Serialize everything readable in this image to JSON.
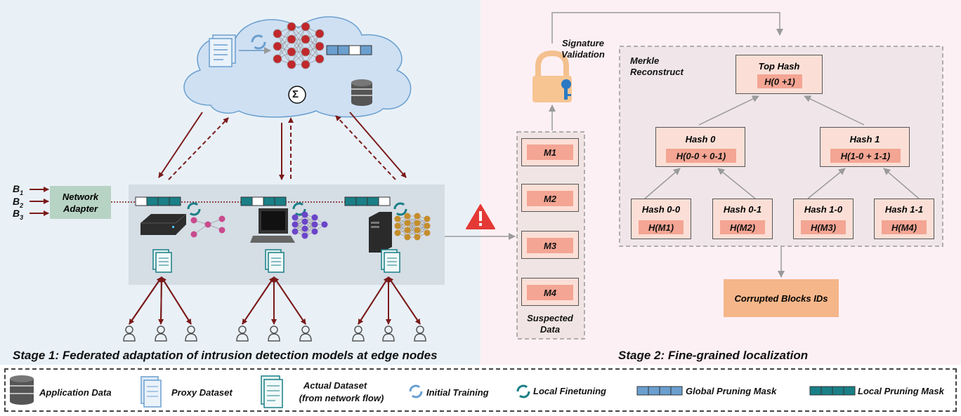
{
  "stage1": {
    "title": "Stage 1: Federated adaptation of intrusion detection models at edge nodes",
    "network_adapter": "Network Adapter",
    "input_labels": [
      "B",
      "B",
      "B"
    ],
    "input_subscripts": [
      "1",
      "2",
      "3"
    ],
    "aggregation_symbol": "Σ"
  },
  "stage2": {
    "title": "Stage 2: Fine-grained localization",
    "signature_validation": "Signature Validation",
    "suspected_data_label": "Suspected Data",
    "suspected_blocks": [
      "M1",
      "M2",
      "M3",
      "M4"
    ],
    "merkle_label": "Merkle Reconstruct",
    "top_hash": {
      "title": "Top Hash",
      "value": "H(0 +1)"
    },
    "level1": [
      {
        "title": "Hash 0",
        "value": "H(0-0 + 0-1)"
      },
      {
        "title": "Hash 1",
        "value": "H(1-0 + 1-1)"
      }
    ],
    "leaves": [
      {
        "title": "Hash 0-0",
        "value": "H(M1)"
      },
      {
        "title": "Hash 0-1",
        "value": "H(M2)"
      },
      {
        "title": "Hash 1-0",
        "value": "H(M3)"
      },
      {
        "title": "Hash 1-1",
        "value": "H(M4)"
      }
    ],
    "corrupted_blocks": "Corrupted Blocks IDs"
  },
  "legend": {
    "application_data": "Application Data",
    "proxy_dataset": "Proxy Dataset",
    "actual_dataset_line1": "Actual Dataset",
    "actual_dataset_line2": "(from network flow)",
    "initial_training": "Initial Training",
    "local_finetuning": "Local Finetuning",
    "global_pruning_mask": "Global Pruning Mask",
    "local_pruning_mask": "Local Pruning Mask"
  },
  "colors": {
    "stage1_bg": "#e9f1f7",
    "stage2_bg": "#fdf0f4",
    "arrow_dark_red": "#7b1a1a",
    "teal": "#1a7f86",
    "neuron_red": "#c0282c",
    "neuron_pink": "#c84b8e",
    "neuron_purple": "#6b45c9",
    "neuron_gold": "#c58d2b",
    "hash_box": "#fbdfd6",
    "hash_inner": "#f4a594",
    "corrupted_box": "#f5b68a",
    "global_mask": "#6a9fcf",
    "warning_red": "#e53935"
  }
}
